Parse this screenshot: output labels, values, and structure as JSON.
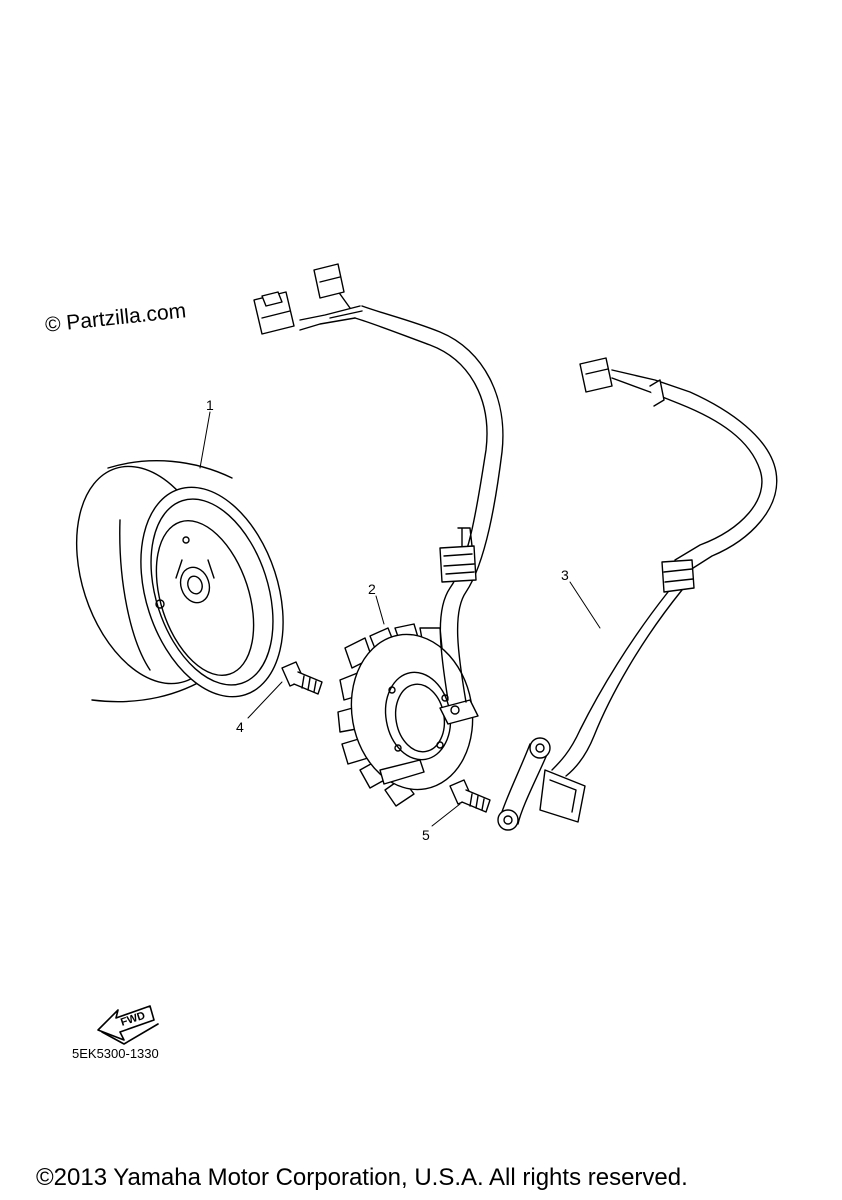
{
  "watermark": "© Partzilla.com",
  "callouts": [
    "1",
    "2",
    "3",
    "4",
    "5"
  ],
  "fwd_label": "FWD",
  "part_code": "5EK5300-1330",
  "copyright": "©2013 Yamaha Motor Corporation, U.S.A. All rights reserved."
}
